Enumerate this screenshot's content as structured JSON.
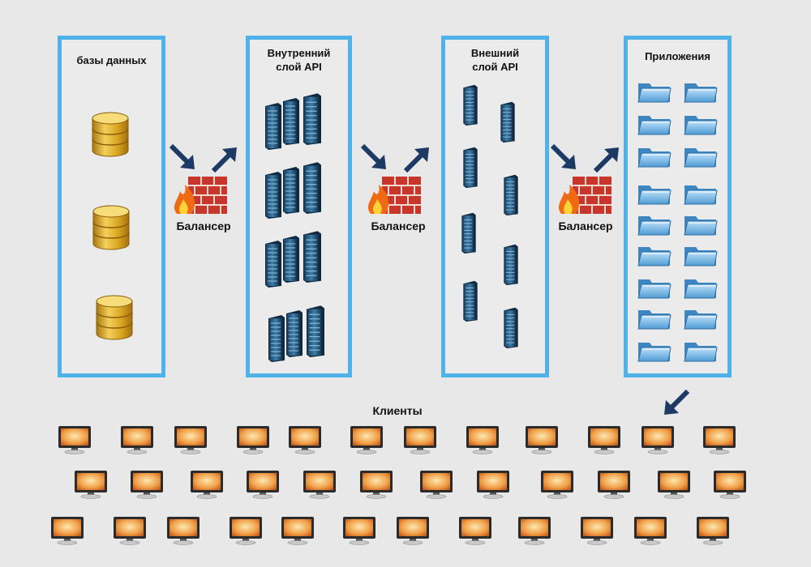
{
  "panels": {
    "databases": {
      "title": "базы данных"
    },
    "internal_api": {
      "title_line1": "Внутренний",
      "title_line2": "слой API"
    },
    "external_api": {
      "title_line1": "Внешний",
      "title_line2": "слой API"
    },
    "apps": {
      "title": "Приложения"
    }
  },
  "balancers": [
    "Балансер",
    "Балансер",
    "Балансер"
  ],
  "clients": {
    "title": "Клиенты"
  },
  "icons": {
    "database": "database-icon",
    "server_rack": "server-rack-icon",
    "firewall": "firewall-icon",
    "folder": "folder-icon",
    "monitor": "monitor-icon",
    "arrow": "arrow-icon"
  },
  "colors": {
    "panel_border": "#4fb3ea",
    "arrow": "#1c3a63",
    "database": "#d9a520",
    "folder": "#5fa8dc",
    "monitor_screen": "#e8852a",
    "firewall_brick": "#c8352a"
  }
}
